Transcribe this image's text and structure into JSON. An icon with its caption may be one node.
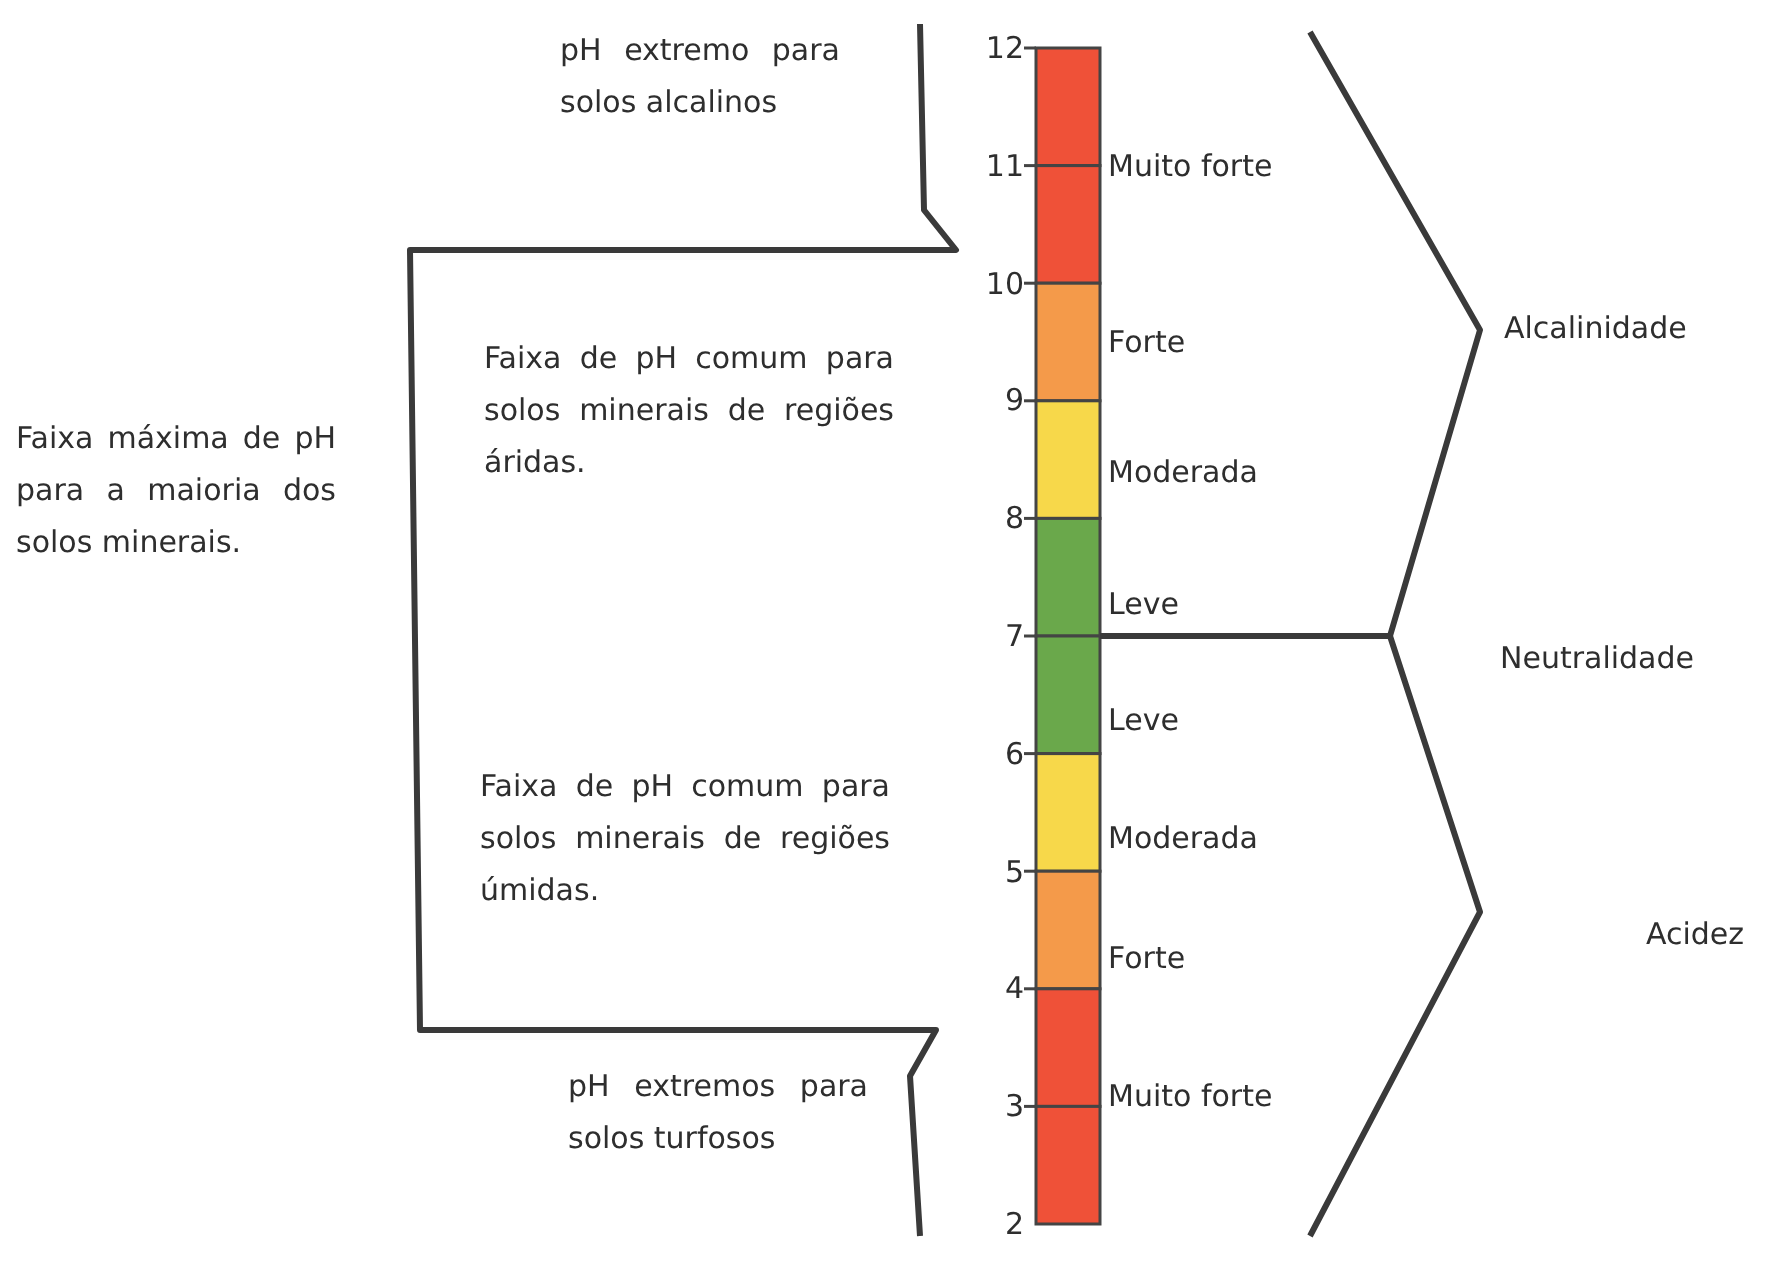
{
  "diagram": {
    "labels": [
      "pH extremo para solos alcalinos",
      "Faixa máxima de pH para a maioria dos solos minerais.",
      "Faixa de pH comum para solos minerais de regiões áridas.",
      "Faixa de pH comum para solos minerais de regiões úmidas.",
      "pH extremos para solos turfosos",
      "12",
      "11",
      "10",
      "9",
      "8",
      "7",
      "6",
      "5",
      "4",
      "3",
      "2",
      "Muito forte",
      "Forte",
      "Moderada",
      "Leve",
      "Leve",
      "Moderada",
      "Forte",
      "Muito forte",
      "Alcalinidade",
      "Neutralidade",
      "Acidez"
    ]
  }
}
